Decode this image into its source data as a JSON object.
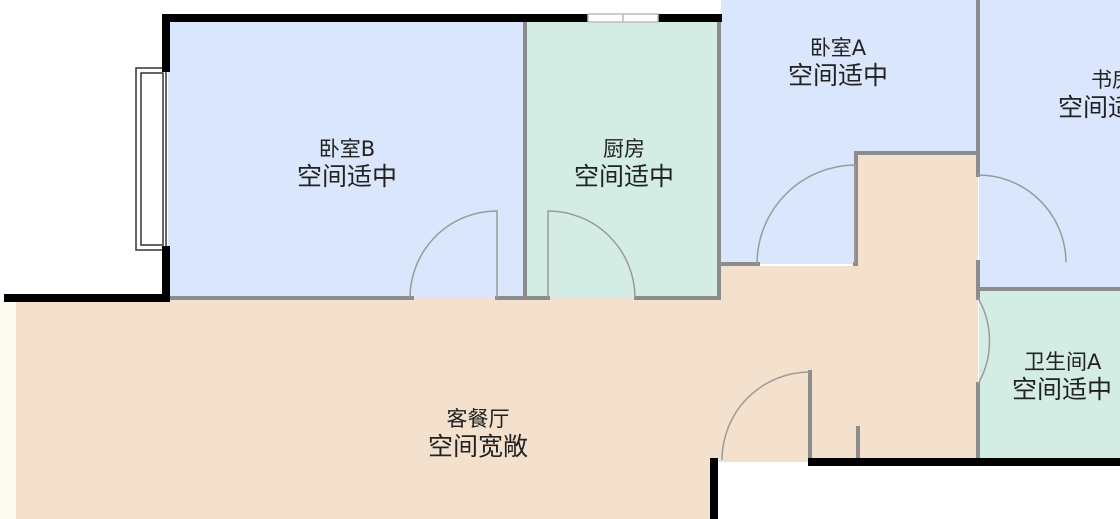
{
  "floorplan": {
    "rooms": [
      {
        "id": "bedroom-b",
        "name": "卧室B",
        "description": "空间适中",
        "fill": "#d9e6fb"
      },
      {
        "id": "kitchen",
        "name": "厨房",
        "description": "空间适中",
        "fill": "#d4ede4"
      },
      {
        "id": "bedroom-a",
        "name": "卧室A",
        "description": "空间适中",
        "fill": "#d9e6fb"
      },
      {
        "id": "study",
        "name": "书房",
        "description": "空间适中",
        "fill": "#d9e6fb"
      },
      {
        "id": "bathroom-a",
        "name": "卫生间A",
        "description": "空间适中",
        "fill": "#d4ede4"
      },
      {
        "id": "living-dining",
        "name": "客餐厅",
        "description": "空间宽敞",
        "fill": "#f3e0cd"
      }
    ],
    "colors": {
      "exterior_wall": "#000000",
      "interior_wall": "#8c8c8c",
      "door_arc": "#9a9a9a",
      "balcony": "#fbfbf0"
    }
  }
}
